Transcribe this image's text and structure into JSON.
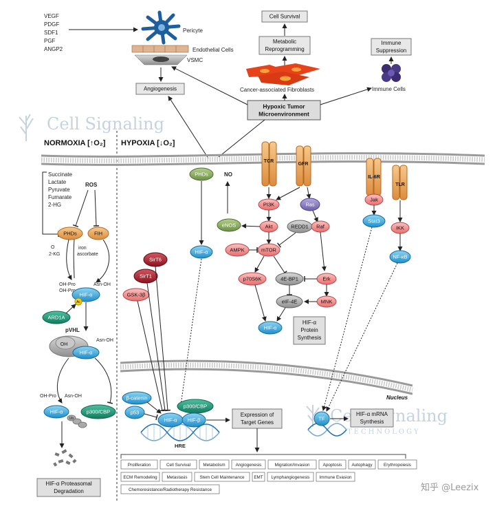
{
  "growth_factors": [
    "VEGF",
    "PDGF",
    "SDF1",
    "PGF",
    "ANGP2"
  ],
  "top": {
    "pericyte": "Pericyte",
    "endothelial": "Endothelial Cells",
    "vsmc": "VSMC",
    "angiogenesis": "Angiogenesis",
    "cell_survival": "Cell Survival",
    "metabolic": [
      "Metabolic",
      "Reprogramming"
    ],
    "caf": "Cancer-associated Fibroblasts",
    "immune_supp": [
      "Immune",
      "Suppression"
    ],
    "immune_cells": "Immune Cells",
    "hypoxic": [
      "Hypoxic Tumor",
      "Microenvironment"
    ]
  },
  "watermark": {
    "main": "Cell Signaling",
    "sub": "TECHNOLOGY"
  },
  "headers": {
    "normoxia": "NORMOXIA [↑O₂]",
    "hypoxia": "HYPOXIA [↓O₂]"
  },
  "normoxia": {
    "metabolites": [
      "Succinate",
      "Lactate",
      "Pyruvate",
      "Fumarate",
      "2-HG"
    ],
    "ros": "ROS",
    "phds": "PHDs",
    "fih": "FIH",
    "o2": "O",
    "kg": "2-KG",
    "iron": [
      "iron",
      "ascorbate"
    ],
    "ohpro1": [
      "OH-Pro",
      "OH-Pro"
    ],
    "asnoh1": "Asn-OH",
    "hif1": "HIF-α",
    "ac": "Ac",
    "ard1a": "ARD1A",
    "pvhl": "pVHL",
    "oh": "OH",
    "asnoh2": "Asn-OH",
    "hif2": "HIF-α",
    "ohpro2": "OH-Pro",
    "asnoh3": "Asn-OH",
    "hif3": "HIF-α",
    "ub": "Ub",
    "p300": "p300/CBP",
    "degradation": [
      "HIF-α Proteasomal",
      "Degradation"
    ]
  },
  "hypoxia": {
    "phds": "PHDs",
    "no": "NO",
    "hif_a": "HIF-α",
    "enos": "eNOS",
    "tcr": "TCR",
    "gfr": "GFR",
    "il6r": "IL-6R",
    "tlr": "TLR",
    "pi3k": "PI3K",
    "ras": "Ras",
    "jak": "Jak",
    "stat3": "Stat3",
    "akt": "Akt",
    "redd1": "REDD1",
    "raf": "Raf",
    "ikk": "IKK",
    "ampk": "AMPK",
    "mtor": "mTOR",
    "nfkb": "NF-κB",
    "sirt6": "SirT6",
    "sirt1": "SirT1",
    "gsk3b": "GSK-3β",
    "p70s6k": "p70S6K",
    "ebp1": "4E-BP1",
    "erk": "Erk",
    "eif4e": "eIF-4E",
    "mnk": "MNK",
    "hif_b": "HIF-α",
    "protein_synth": [
      "HIF-α",
      "Protein",
      "Synthesis"
    ],
    "nucleus": "Nucleus",
    "bcatenin": "β-catenin",
    "p53": "p53",
    "p300": "p300/CBP",
    "hif_n": "HIF-α",
    "hifb": "HIF-β",
    "hre": "HRE",
    "expression": [
      "Expression of",
      "Target Genes"
    ],
    "tf": "TF",
    "mrna": [
      "HIF-α mRNA",
      "Synthesis"
    ]
  },
  "target_genes": [
    [
      "Proliferation",
      "Cell Survival",
      "Metabolism",
      "Angiogenesis",
      "Migration/Invasion",
      "Apoptosis",
      "Autophagy",
      "Erythropoiesis"
    ],
    [
      "ECM Remodeling",
      "Metastasis",
      "Stem Cell Maintenance",
      "EMT",
      "Lymphangiogenesis",
      "Immune Evasion"
    ],
    [
      "Chemoresistance/Radiotherapy Resistance"
    ]
  ],
  "credit": "知乎 @Leezix",
  "colors": {
    "pink": "#f08a8a",
    "blue": "#3aa9de",
    "green": "#7ba05a",
    "teal": "#1f9a7a",
    "grey": "#a9a9a9",
    "darkred": "#a81c2c",
    "orange": "#e8a046",
    "purple": "#8a7bbd"
  }
}
